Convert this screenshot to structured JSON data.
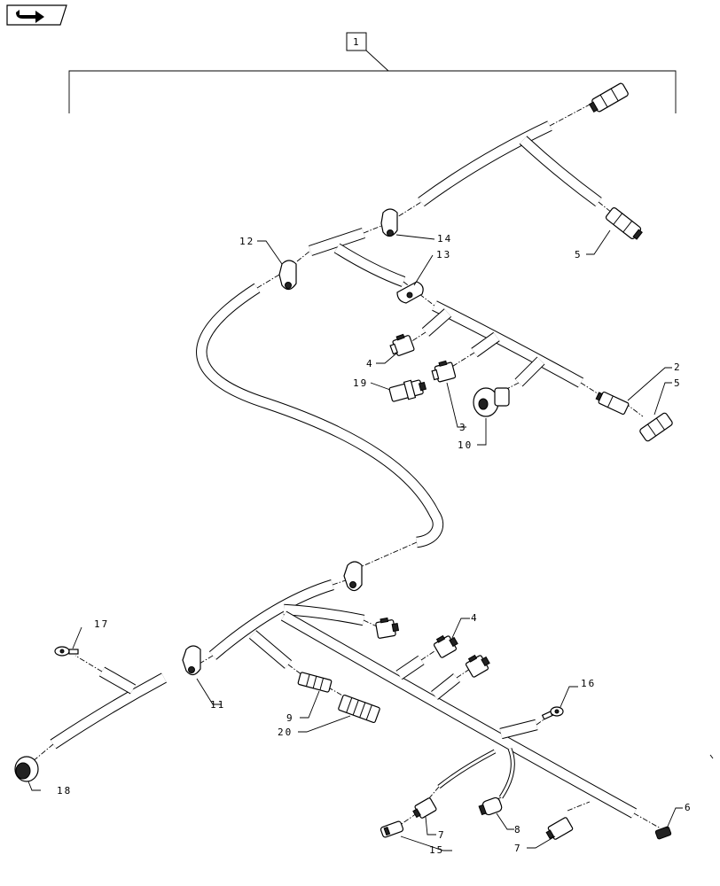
{
  "nav": {
    "icon": "return-arrow-icon"
  },
  "assembly": {
    "item": "1"
  },
  "callouts": {
    "c2": "2",
    "c3": "3",
    "c4a": "4",
    "c4b": "4",
    "c5a": "5",
    "c5b": "5",
    "c6": "6",
    "c7a": "7",
    "c7b": "7",
    "c8": "8",
    "c9": "9",
    "c10": "10",
    "c11": "11",
    "c12": "12",
    "c13": "13",
    "c14": "14",
    "c15": "15",
    "c16": "16",
    "c17": "17",
    "c18": "18",
    "c19": "19",
    "c20": "20"
  }
}
